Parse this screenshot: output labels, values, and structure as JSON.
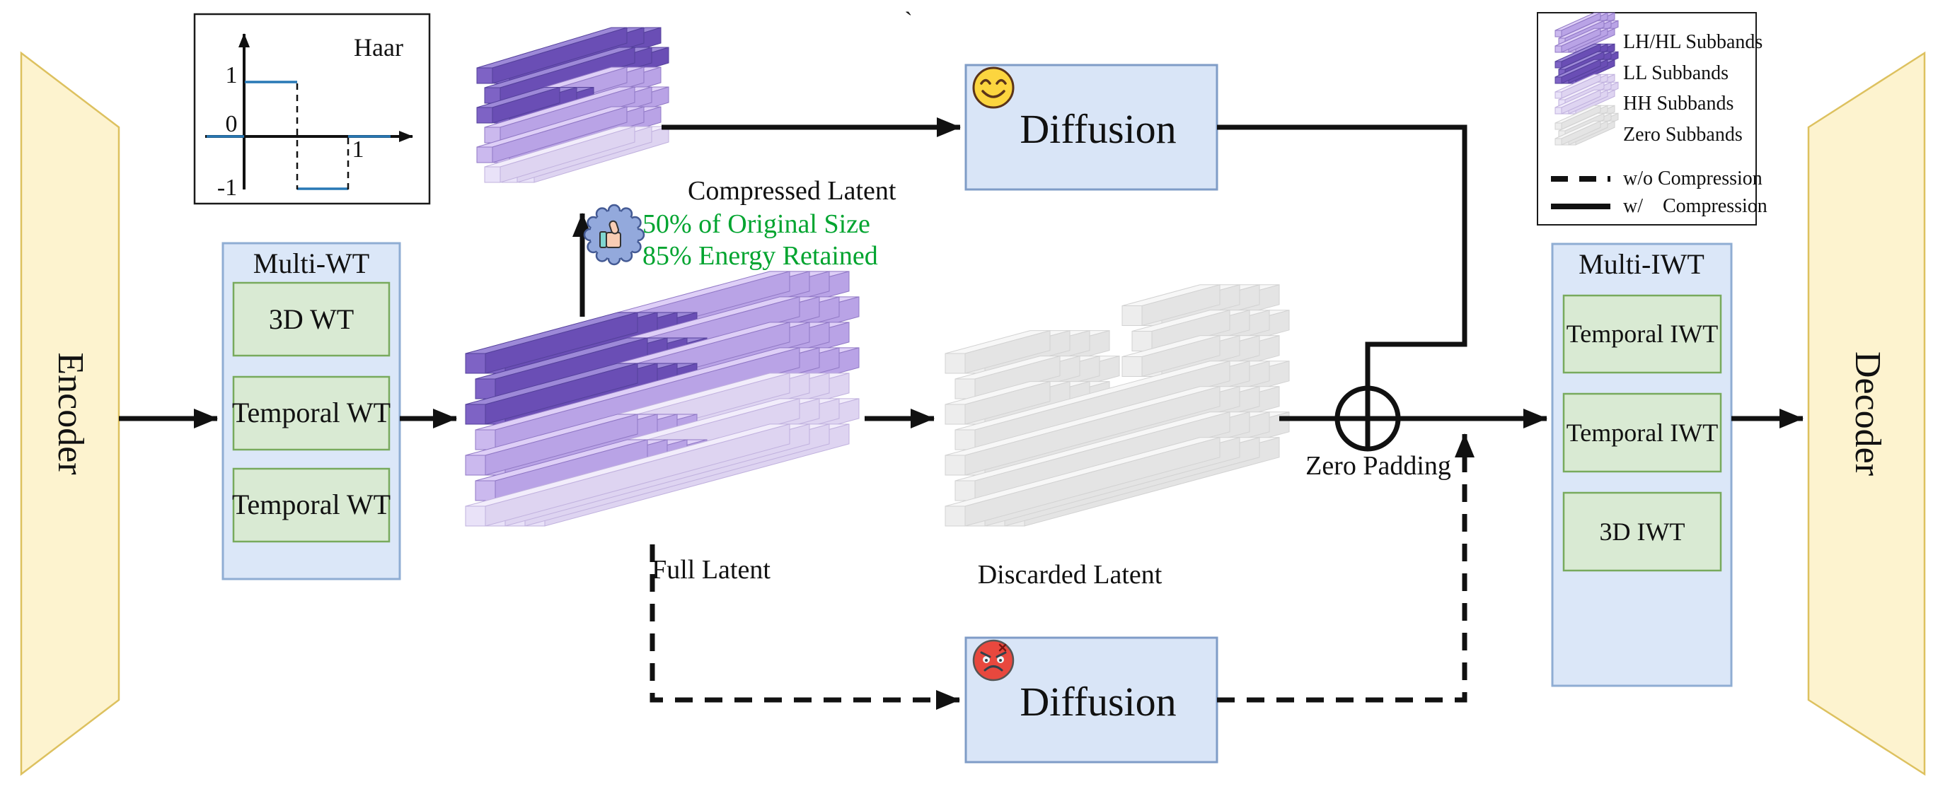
{
  "haar": {
    "title": "Haar",
    "y_top": "1",
    "y_zero": "0",
    "y_bottom": "-1",
    "x_one": "1"
  },
  "encoder": {
    "label": "Encoder"
  },
  "decoder": {
    "label": "Decoder"
  },
  "multi_wt": {
    "title": "Multi-WT",
    "blocks": [
      "3D WT",
      "Temporal WT",
      "Temporal WT"
    ]
  },
  "multi_iwt": {
    "title": "Multi-IWT",
    "blocks": [
      "Temporal IWT",
      "Temporal IWT",
      "3D IWT"
    ]
  },
  "diffusion_top": {
    "label": "Diffusion",
    "mood_icon": "smiley-face"
  },
  "diffusion_bottom": {
    "label": "Diffusion",
    "mood_icon": "angry-face"
  },
  "latents": {
    "compressed": "Compressed Latent",
    "full": "Full Latent",
    "discarded": "Discarded Latent"
  },
  "annotations": {
    "size": "50% of Original Size",
    "energy": "85% Energy Retained",
    "zero_padding": "Zero Padding",
    "stray_mark": "`"
  },
  "legend": {
    "items": [
      {
        "label": "LH/HL Subbands",
        "swatch": "light"
      },
      {
        "label": "LL Subbands",
        "swatch": "ll"
      },
      {
        "label": "HH Subbands",
        "swatch": "pale"
      },
      {
        "label": "Zero Subbands",
        "swatch": "zero"
      },
      {
        "label": "w/o Compression",
        "swatch": "dashed-line"
      },
      {
        "label": "w/    Compression",
        "swatch": "solid-line"
      }
    ]
  },
  "colors": {
    "line": "#111111",
    "diffusion_fill": "#d9e5f7",
    "diffusion_stroke": "#7f9cc7",
    "panel_fill": "#dbe7f8",
    "panel_stroke": "#8fadd3",
    "green_fill": "#d9ead3",
    "green_stroke": "#78aa5d",
    "yellow_fill": "#fdf3cf",
    "yellow_stroke": "#ddc15f",
    "accent_green_text": "#00a42f",
    "wavelet_blue": "#2878b5",
    "smiley_yellow": "#fcd53f",
    "angry_red": "#e8483e",
    "badge_blue": "#93a9dc",
    "subband_ll": {
      "end": "#7e63c5",
      "top": "#9d89d8",
      "side": "#6a4eb5",
      "stroke": "#54409b"
    },
    "subband_light": {
      "end": "#cbb9ee",
      "top": "#decff7",
      "side": "#b9a3e6",
      "stroke": "#9078c5"
    },
    "subband_pale": {
      "end": "#e9e2f8",
      "top": "#f2edfb",
      "side": "#ded4f1",
      "stroke": "#c0b1de"
    },
    "subband_zero": {
      "end": "#ededed",
      "top": "#f7f7f7",
      "side": "#e4e4e4",
      "stroke": "#d2d2d2"
    }
  }
}
